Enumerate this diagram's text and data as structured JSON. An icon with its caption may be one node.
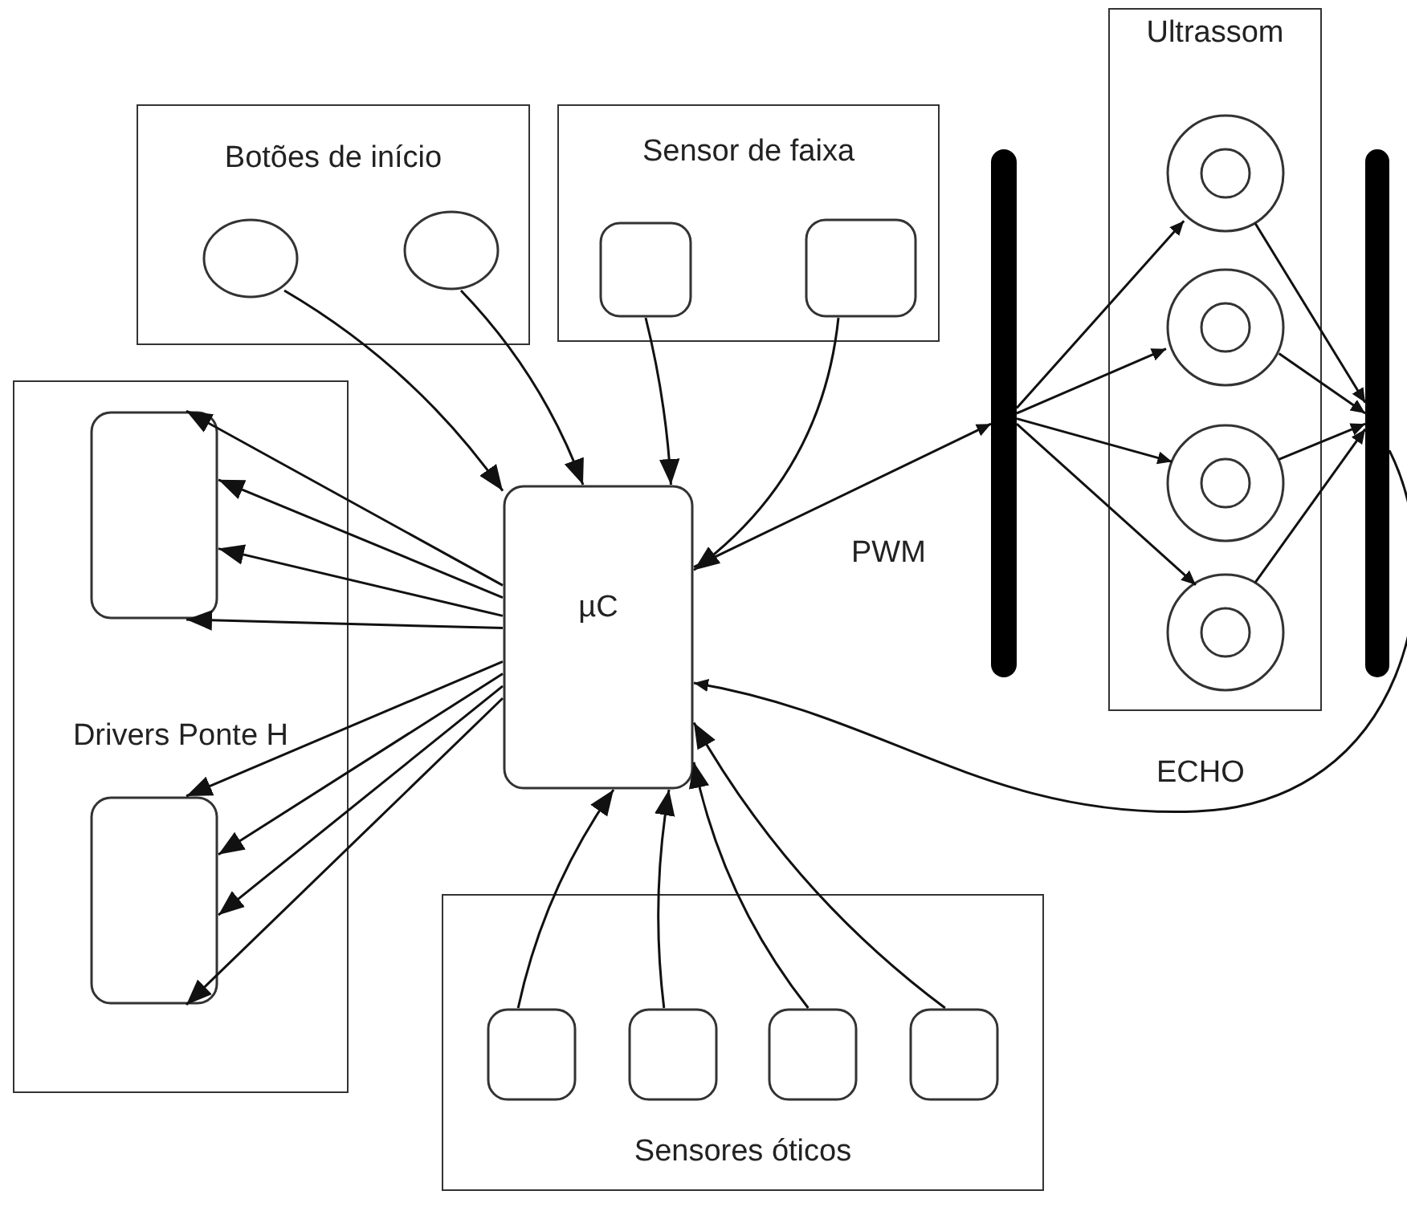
{
  "diagram": {
    "nodes": [
      {
        "text": [
          "Botões de início"
        ]
      },
      {
        "text": [],
        "shape": "circle",
        "in": 0
      },
      {
        "text": [],
        "shape": "circle",
        "in": 0
      },
      {
        "text": [
          "Sensor de faixa"
        ]
      },
      {
        "text": [],
        "shape": "box",
        "in": 3
      },
      {
        "text": [],
        "shape": "box",
        "in": 3
      },
      {
        "text": [
          "Drivers Ponte H"
        ]
      },
      {
        "text": [],
        "shape": "box",
        "in": 6
      },
      {
        "text": [],
        "shape": "box",
        "in": 6
      },
      {
        "text": [
          "µC"
        ]
      },
      {
        "text": [],
        "shape": "bar"
      },
      {
        "text": [
          "Ultrassom"
        ]
      },
      {
        "text": [],
        "shape": "circle",
        "in": 11
      },
      {
        "text": [],
        "shape": "circle",
        "in": 11
      },
      {
        "text": [],
        "shape": "circle",
        "in": 11
      },
      {
        "text": [],
        "shape": "circle",
        "in": 11
      },
      {
        "text": [],
        "shape": "bar"
      },
      {
        "text": [
          "Sensores óticos"
        ]
      },
      {
        "text": [],
        "shape": "box",
        "in": 17
      },
      {
        "text": [],
        "shape": "box",
        "in": 17
      },
      {
        "text": [],
        "shape": "box",
        "in": 17
      },
      {
        "text": [],
        "shape": "box",
        "in": 17
      }
    ],
    "edges": [
      {
        "from": 1,
        "to": 9,
        "arrow": "to"
      },
      {
        "from": 2,
        "to": 9,
        "arrow": "to"
      },
      {
        "from": 4,
        "to": 9,
        "arrow": "to"
      },
      {
        "from": 5,
        "to": 9,
        "arrow": "to"
      },
      {
        "from": 9,
        "to": 10,
        "arrow": "to",
        "label": "PWM"
      },
      {
        "from": 9,
        "to": 7,
        "arrow": "to"
      },
      {
        "from": 9,
        "to": 7,
        "arrow": "to"
      },
      {
        "from": 9,
        "to": 7,
        "arrow": "to"
      },
      {
        "from": 9,
        "to": 7,
        "arrow": "to"
      },
      {
        "from": 9,
        "to": 8,
        "arrow": "to"
      },
      {
        "from": 9,
        "to": 8,
        "arrow": "to"
      },
      {
        "from": 9,
        "to": 8,
        "arrow": "to"
      },
      {
        "from": 9,
        "to": 8,
        "arrow": "to"
      },
      {
        "from": 10,
        "to": 12,
        "arrow": "to"
      },
      {
        "from": 10,
        "to": 13,
        "arrow": "to"
      },
      {
        "from": 10,
        "to": 14,
        "arrow": "to"
      },
      {
        "from": 10,
        "to": 15,
        "arrow": "to"
      },
      {
        "from": 12,
        "to": 16,
        "arrow": "to"
      },
      {
        "from": 13,
        "to": 16,
        "arrow": "to"
      },
      {
        "from": 14,
        "to": 16,
        "arrow": "to"
      },
      {
        "from": 15,
        "to": 16,
        "arrow": "to"
      },
      {
        "from": 16,
        "to": 9,
        "arrow": "to",
        "label": "ECHO"
      },
      {
        "from": 18,
        "to": 9,
        "arrow": "to"
      },
      {
        "from": 19,
        "to": 9,
        "arrow": "to"
      },
      {
        "from": 20,
        "to": 9,
        "arrow": "to"
      },
      {
        "from": 21,
        "to": 9,
        "arrow": "to"
      }
    ]
  }
}
